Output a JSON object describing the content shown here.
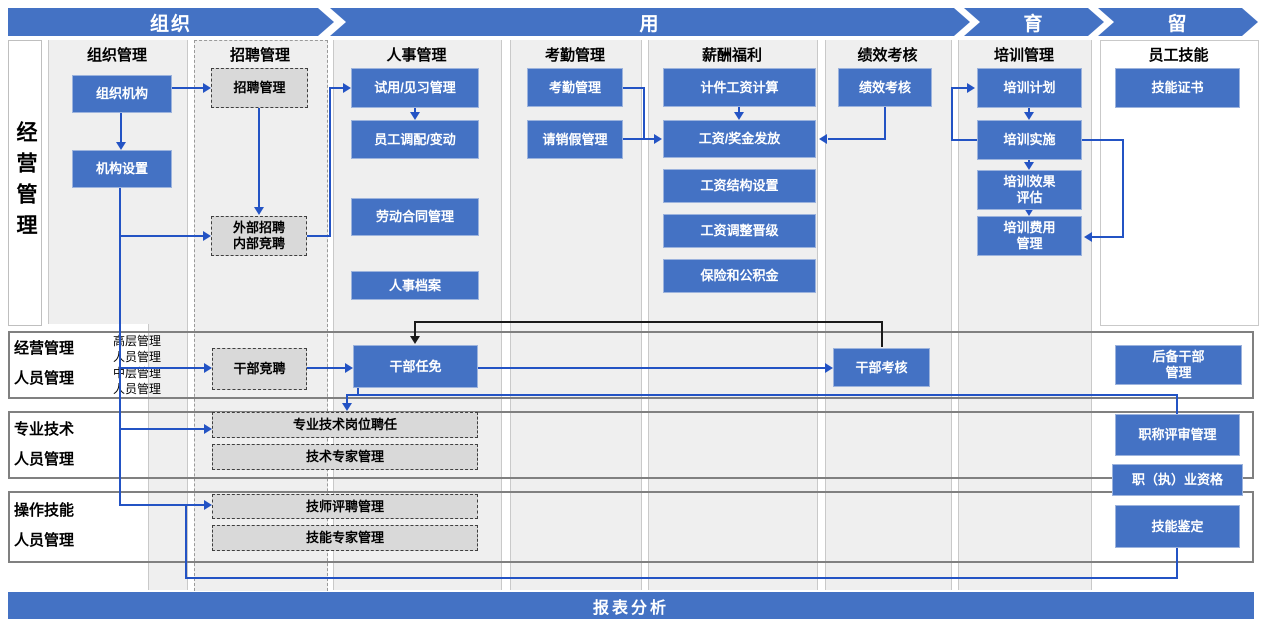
{
  "banners": {
    "items": [
      {
        "label": "组织"
      },
      {
        "label": "用"
      },
      {
        "label": "育"
      },
      {
        "label": "留"
      }
    ]
  },
  "left_panel": {
    "label": "经营管理"
  },
  "columns": [
    {
      "header": "组织管理",
      "boxes": [
        "组织机构",
        "机构设置"
      ]
    },
    {
      "header": "招聘管理",
      "boxes": [
        "招聘管理",
        "外部招聘\n内部竞聘"
      ]
    },
    {
      "header": "人事管理",
      "boxes": [
        "试用/见习管理",
        "员工调配/变动",
        "劳动合同管理",
        "人事档案"
      ]
    },
    {
      "header": "考勤管理",
      "boxes": [
        "考勤管理",
        "请销假管理"
      ]
    },
    {
      "header": "薪酬福利",
      "boxes": [
        "计件工资计算",
        "工资/奖金发放",
        "工资结构设置",
        "工资调整晋级",
        "保险和公积金"
      ]
    },
    {
      "header": "绩效考核",
      "boxes": [
        "绩效考核"
      ]
    },
    {
      "header": "培训管理",
      "boxes": [
        "培训计划",
        "培训实施",
        "培训效果\n评估",
        "培训费用\n管理"
      ]
    },
    {
      "header": "员工技能",
      "boxes": [
        "技能证书"
      ]
    }
  ],
  "rows": [
    {
      "label": "经营管理\n人员管理",
      "sub_label": "高层管理\n人员管理\n中层管理\n人员管理",
      "boxes": [
        "干部竞聘",
        "干部任免",
        "干部考核",
        "后备干部\n管理"
      ]
    },
    {
      "label": "专业技术\n人员管理",
      "boxes": [
        "专业技术岗位聘任",
        "技术专家管理",
        "职称评审管理"
      ]
    },
    {
      "label": "操作技能\n人员管理",
      "boxes": [
        "技师评聘管理",
        "技能专家管理",
        "技能鉴定"
      ]
    }
  ],
  "misc": {
    "qualification_box": "职（执）业资格"
  },
  "footer": {
    "label": "报表分析"
  },
  "colors": {
    "banner_blue": "#4472C4",
    "node_blue": "#4472C4",
    "connector_blue": "#2353C4",
    "connector_black": "#1a1a1a",
    "panel_gray": "#efefef",
    "dashed_node_gray": "#d9d9d9"
  }
}
